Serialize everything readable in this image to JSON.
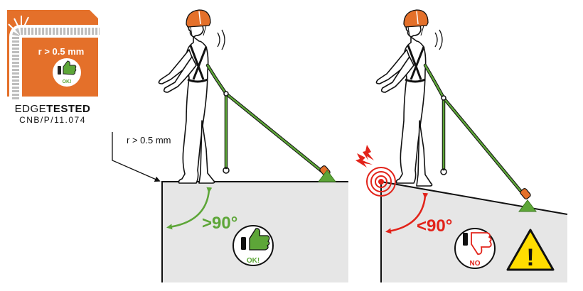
{
  "badge": {
    "radius_label": "r > 0.5 mm",
    "ok_label": "OK!",
    "title_normal": "EDGE",
    "title_bold": "TESTED",
    "code": "CNB/P/11.074"
  },
  "left_scene": {
    "radius_label": "r > 0.5 mm",
    "angle_label": ">90°",
    "verdict_label": "OK!"
  },
  "right_scene": {
    "angle_label": "<90°",
    "verdict_label": "NO",
    "warning_symbol": "!"
  },
  "colors": {
    "orange": "#e4702a",
    "green": "#5da638",
    "red": "#e2231a",
    "warning_yellow": "#ffdd00",
    "ground_fill": "#e6e6e6"
  },
  "icons": [
    "edge-tested-badge",
    "thumbs-up-icon",
    "thumbs-down-icon",
    "warning-triangle-icon",
    "impact-burst-icon",
    "target-rings-icon",
    "anchor-icon",
    "helmet-icon"
  ]
}
